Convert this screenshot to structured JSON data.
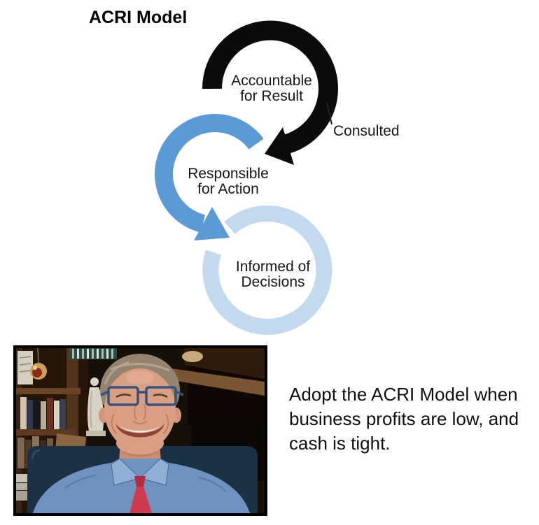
{
  "title": "ACRI Model",
  "diagram": {
    "rings": [
      {
        "label": "Accountable\nfor Result",
        "color": "#0b0b0b"
      },
      {
        "label": "Responsible\nfor Action",
        "color": "#5b9bd5"
      },
      {
        "label": "Informed of\nDecisions",
        "color": "#c3d9ee"
      }
    ],
    "annotation": "Consulted"
  },
  "caption": "Adopt the ACRI Model when\nbusiness profits are low, and\ncash is tight.",
  "photo_colors": {
    "backdrop": "#171008",
    "shirt": "#6f92bf",
    "tie": "#cf3a4e",
    "chair": "#1d3144"
  }
}
